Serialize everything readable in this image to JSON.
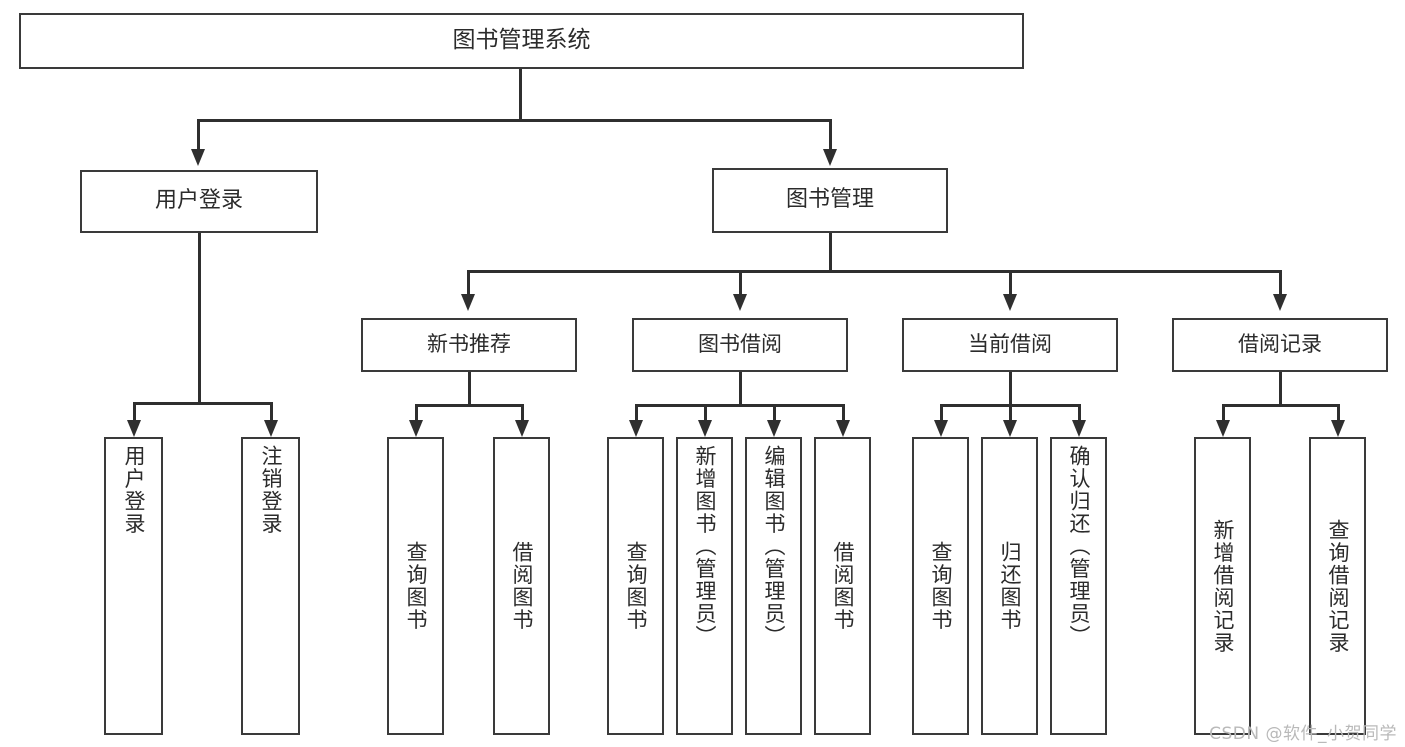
{
  "diagram": {
    "title_node": {
      "label": "图书管理系统"
    },
    "level1": [
      {
        "id": "user-login",
        "label": "用户登录"
      },
      {
        "id": "book-management",
        "label": "图书管理"
      }
    ],
    "level2": [
      {
        "id": "new-book-recommend",
        "label": "新书推荐"
      },
      {
        "id": "book-borrow",
        "label": "图书借阅"
      },
      {
        "id": "current-borrow",
        "label": "当前借阅"
      },
      {
        "id": "borrow-record",
        "label": "借阅记录"
      }
    ],
    "leaves": {
      "user_login": [
        {
          "id": "leaf-user-login",
          "label": "用户登录"
        },
        {
          "id": "leaf-logout-login",
          "label": "注销登录"
        }
      ],
      "new_book_recommend": [
        {
          "id": "leaf-query-book-1",
          "label": "查询图书"
        },
        {
          "id": "leaf-borrow-book-1",
          "label": "借阅图书"
        }
      ],
      "book_borrow": [
        {
          "id": "leaf-query-book-2",
          "label": "查询图书"
        },
        {
          "id": "leaf-add-book",
          "label": "新增图书（管理员）"
        },
        {
          "id": "leaf-edit-book",
          "label": "编辑图书（管理员）"
        },
        {
          "id": "leaf-borrow-book-2",
          "label": "借阅图书"
        }
      ],
      "current_borrow": [
        {
          "id": "leaf-query-book-3",
          "label": "查询图书"
        },
        {
          "id": "leaf-return-book",
          "label": "归还图书"
        },
        {
          "id": "leaf-confirm-return",
          "label": "确认归还（管理员）"
        }
      ],
      "borrow_record": [
        {
          "id": "leaf-add-record",
          "label": "新增借阅记录"
        },
        {
          "id": "leaf-query-record",
          "label": "查询借阅记录"
        }
      ]
    }
  },
  "watermark": {
    "text": "CSDN @软件_小贺同学"
  },
  "colors": {
    "box_border": "#3a3a3a",
    "line": "#2f2f2f",
    "text": "#2b2b2b",
    "background": "#ffffff",
    "watermark": "#b9b9b9"
  }
}
